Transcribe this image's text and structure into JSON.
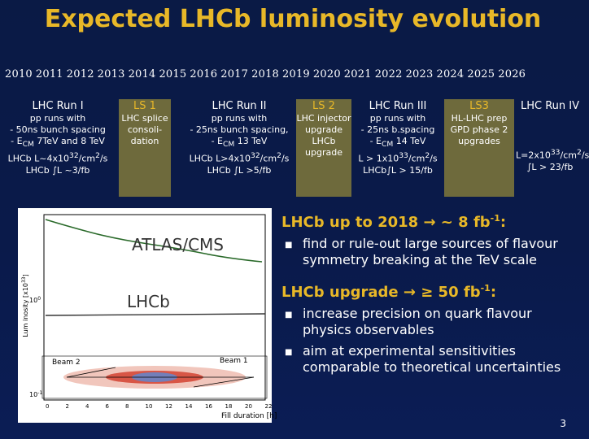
{
  "title": "Expected LHCb luminosity evolution",
  "years": [
    "2010",
    "2011",
    "2012",
    "2013",
    "2014",
    "2015",
    "2016",
    "2017",
    "2018",
    "2019",
    "2020",
    "2021",
    "2022",
    "2023",
    "2024",
    "2025",
    "2026"
  ],
  "phases": [
    {
      "title": "LHC Run I",
      "lines": [
        "pp runs with",
        "- 50ns bunch spacing",
        "- E<sub>CM</sub> 7TeV and 8 TeV",
        "LHCb L~4x10<sup>32</sup>/cm<sup>2</sup>/s",
        "LHCb ∫L ~3/fb"
      ]
    },
    {
      "title": "LS 1",
      "lines": [
        "LHC splice",
        "consoli-",
        "dation"
      ]
    },
    {
      "title": "LHC Run II",
      "lines": [
        "pp runs with",
        "- 25ns bunch spacing,",
        "- E<sub>CM</sub> 13 TeV",
        "LHCb L>4x10<sup>32</sup>/cm<sup>2</sup>/s",
        "LHCb ∫L >5/fb"
      ]
    },
    {
      "title": "LS 2",
      "lines": [
        "LHC injector",
        "upgrade",
        "LHCb",
        "upgrade"
      ]
    },
    {
      "title": "LHC Run III",
      "lines": [
        "pp runs with",
        "- 25ns b.spacing",
        "- E<sub>CM</sub> 14 TeV",
        "L > 1x10<sup>33</sup>/cm<sup>2</sup>/s",
        "LHCb∫L > 15/fb"
      ]
    },
    {
      "title": "LS3",
      "lines": [
        "HL-LHC prep",
        "GPD phase 2",
        "upgrades"
      ]
    },
    {
      "title": "LHC Run IV",
      "lines": [
        "",
        "",
        "",
        "L=2x10<sup>33</sup>/cm<sup>2</sup>/s",
        "∫L > 23/fb"
      ]
    }
  ],
  "plot": {
    "ylabel": "Lum inosity [x10",
    "ylabel_exp": "33",
    "y_ticks": [
      "10",
      "10"
    ],
    "y_tick_exps": [
      "0",
      "-1"
    ],
    "xlabel": "Fill duration [h]",
    "x_ticks": [
      "0",
      "2",
      "4",
      "6",
      "8",
      "10",
      "12",
      "14",
      "16",
      "18",
      "20",
      "22"
    ],
    "label_atlas": "ATLAS/CMS",
    "label_lhcb": "LHCb",
    "beam2": "Beam 2",
    "beam1": "Beam 1"
  },
  "sections": [
    {
      "title": "LHCb up to 2018 → ~ 8 fb",
      "sup": "-1",
      "suffix": ":",
      "bullets": [
        "find or rule-out large sources of flavour symmetry breaking at the TeV scale"
      ]
    },
    {
      "title": "LHCb upgrade → ≥ 50 fb",
      "sup": "-1",
      "suffix": ":",
      "bullets": [
        "increase precision on quark flavour physics observables",
        "aim at experimental sensitivities comparable to theoretical uncertainties"
      ]
    }
  ],
  "page_number": "3",
  "colors": {
    "title": "#e8b828",
    "background": "#0a1a45",
    "ls_box": "#6e6a3c"
  }
}
